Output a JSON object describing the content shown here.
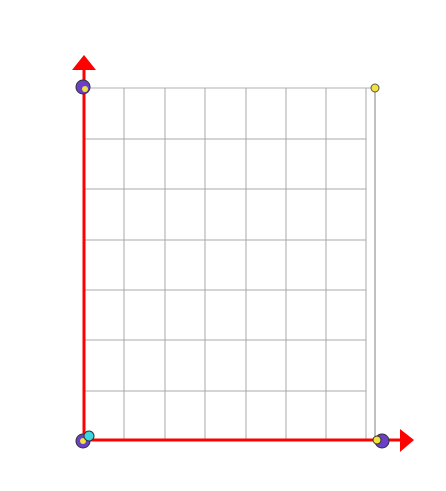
{
  "canvas": {
    "background": "#ffffff",
    "grid_color": "#a9a9a9",
    "frame_color": "#808080",
    "axis_color": "#ff0000",
    "grid": {
      "columns": 7,
      "rows": 7,
      "cells_per_minor_column": 4,
      "cells_per_minor_row": 7
    }
  },
  "axes": [
    {
      "name": "x-axis",
      "direction": "right"
    },
    {
      "name": "y-axis",
      "direction": "up"
    }
  ],
  "handles": [
    {
      "name": "origin-handle",
      "fill": "#6a40c8",
      "inner": "#f2e33b",
      "accent": "#3bd6e0"
    },
    {
      "name": "y-end-handle",
      "fill": "#6a40c8",
      "inner": "#f2e33b"
    },
    {
      "name": "x-end-handle",
      "fill": "#6a40c8",
      "inner": "#f2e33b"
    },
    {
      "name": "corner-handle",
      "fill": "#f2e33b"
    }
  ]
}
